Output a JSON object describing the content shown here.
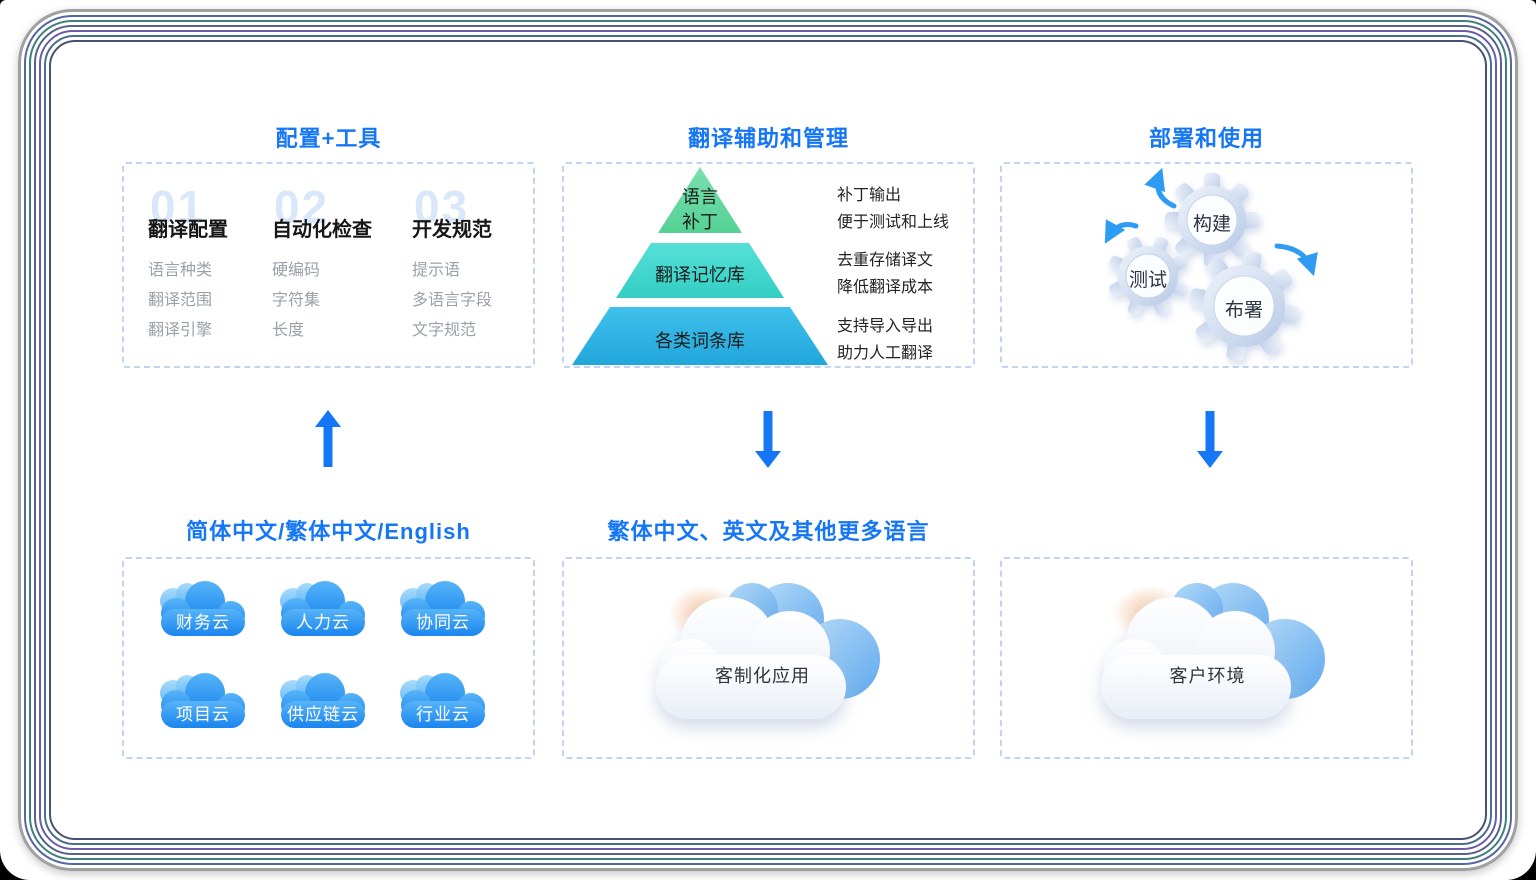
{
  "palette": {
    "accent_blue": "#1677f6",
    "dashed_border": "#c3d3f2",
    "pyramid_top": "#5ed69c",
    "pyramid_middle": "#3ed5cb",
    "pyramid_bottom": "#2cb1e3",
    "cloud_blue": "#2190f2",
    "gear_fill": "#cfdcf0",
    "arrow_blue": "#2d9cf2"
  },
  "columns": {
    "tools": {
      "title": "配置+工具",
      "groups": [
        {
          "num": "01",
          "heading": "翻译配置",
          "items": [
            "语言种类",
            "翻译范围",
            "翻译引擎"
          ]
        },
        {
          "num": "02",
          "heading": "自动化检查",
          "items": [
            "硬编码",
            "字符集",
            "长度"
          ]
        },
        {
          "num": "03",
          "heading": "开发规范",
          "items": [
            "提示语",
            "多语言字段",
            "文字规范"
          ]
        }
      ],
      "flow_arrow": "up",
      "bottom_title": "简体中文/繁体中文/English",
      "clouds": [
        "财务云",
        "人力云",
        "协同云",
        "项目云",
        "供应链云",
        "行业云"
      ]
    },
    "translation": {
      "title": "翻译辅助和管理",
      "pyramid_tiers": [
        {
          "label_line1": "语言",
          "label_line2": "补丁"
        },
        {
          "label_line1": "翻译记忆库"
        },
        {
          "label_line1": "各类词条库"
        }
      ],
      "notes": [
        {
          "line1": "补丁输出",
          "line2": "便于测试和上线"
        },
        {
          "line1": "去重存储译文",
          "line2": "降低翻译成本"
        },
        {
          "line1": "支持导入导出",
          "line2": "助力人工翻译"
        }
      ],
      "flow_arrow": "down",
      "bottom_title": "繁体中文、英文及其他更多语言",
      "cloud_label": "客制化应用"
    },
    "deploy": {
      "title": "部署和使用",
      "gears": [
        "构建",
        "测试",
        "布署"
      ],
      "flow_arrow": "down",
      "bottom_title": "",
      "cloud_label": "客户环境"
    }
  }
}
